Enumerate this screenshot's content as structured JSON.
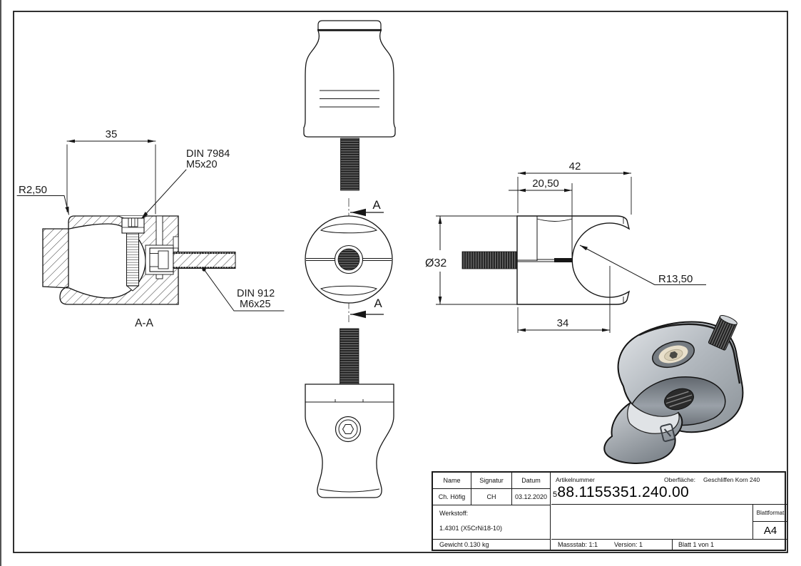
{
  "colors": {
    "line": "#1a1a1a",
    "metal_light": "#e2e5e8",
    "metal_mid": "#b4bac0",
    "metal_dark": "#8b9298",
    "saddle_dark": "#62686f",
    "socket_tan": "#e9e0cb"
  },
  "drawing": {
    "section_view": {
      "label": "A-A",
      "dim_width": "35",
      "dim_corner_radius": "R2,50",
      "callout_screw_line1": "DIN 7984",
      "callout_screw_line2": "M5x20",
      "callout_bolt_line1": "DIN 912",
      "callout_bolt_line2": "M6x25"
    },
    "plan_view": {
      "section_marker_top": "A",
      "section_marker_bottom": "A"
    },
    "side_view": {
      "dim_overall": "42",
      "dim_slot": "20,50",
      "dim_diameter": "Ø32",
      "dim_saddle": "34",
      "dim_saddle_radius": "R13,50"
    }
  },
  "title_block": {
    "name_label": "Name",
    "signature_label": "Signatur",
    "date_label": "Datum",
    "name_value": "Ch. Höfig",
    "signature_value": "CH",
    "date_value": "03.12.2020",
    "article_label": "Artikelnummer",
    "article_prefix": "5",
    "article_number": "88.1155351.240.00",
    "surface_label": "Oberfläche:",
    "surface_value": "Geschliffen Korn 240",
    "material_label": "Werkstoff:",
    "material_value": "1.4301 (X5CrNi18-10)",
    "weight_value": "Gewicht 0.130 kg",
    "scale_value": "Massstab: 1:1",
    "version_value": "Version: 1",
    "sheet_value": "Blatt 1 von 1",
    "format_label": "Blattformat",
    "format_value": "A4"
  }
}
